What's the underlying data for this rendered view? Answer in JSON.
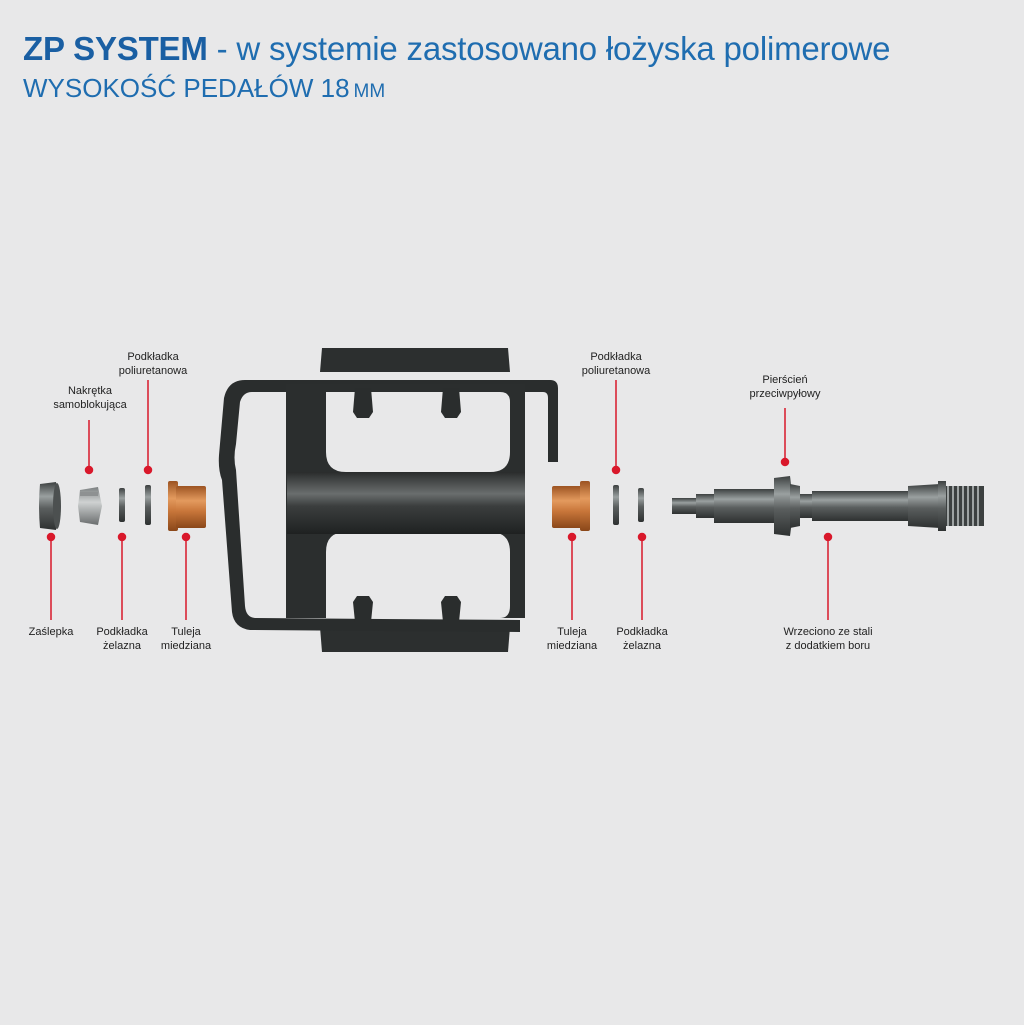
{
  "header": {
    "brand": "ZP SYSTEM",
    "tagline": " - w systemie zastosowano łożyska polimerowe",
    "height_label": "WYSOKOŚĆ PEDAŁÓW 18",
    "height_unit": "MM"
  },
  "colors": {
    "title": "#1f6db0",
    "leader": "#d9182b",
    "pedal_body": "#2a2d2d",
    "bushing": "#c87434",
    "steel": "#5b5f60"
  },
  "labels": {
    "podkladka_poli_left_1": "Podkładka",
    "podkladka_poli_left_2": "poliuretanowa",
    "nakretka_1": "Nakrętka",
    "nakretka_2": "samoblokująca",
    "podkladka_poli_right_1": "Podkładka",
    "podkladka_poli_right_2": "poliuretanowa",
    "pierscien_1": "Pierścień",
    "pierscien_2": "przeciwpyłowy",
    "zaslepka": "Zaślepka",
    "podkladka_zel_left_1": "Podkładka",
    "podkladka_zel_left_2": "żelazna",
    "tuleja_left_1": "Tuleja",
    "tuleja_left_2": "miedziana",
    "tuleja_right_1": "Tuleja",
    "tuleja_right_2": "miedziana",
    "podkladka_zel_right_1": "Podkładka",
    "podkladka_zel_right_2": "żelazna",
    "wrzeciono_1": "Wrzeciono ze stali",
    "wrzeciono_2": "z dodatkiem boru"
  }
}
